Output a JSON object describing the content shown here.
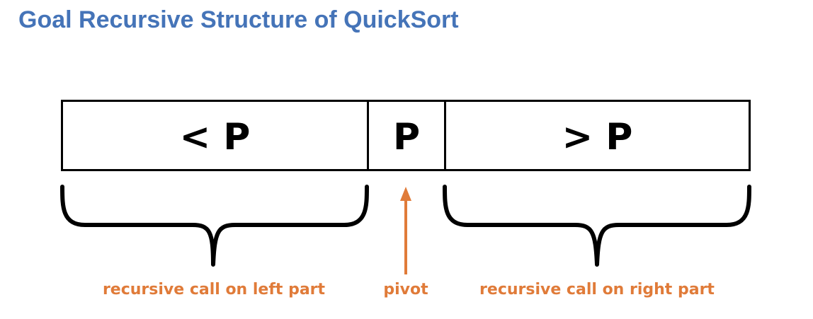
{
  "title": "Goal Recursive Structure of QuickSort",
  "array": {
    "left_label": "< P",
    "pivot_label": "P",
    "right_label": "> P"
  },
  "captions": {
    "left": "recursive call on left part",
    "pivot": "pivot",
    "right": "recursive call on right part"
  },
  "colors": {
    "title": "#4574b8",
    "caption": "#e07b39",
    "arrow": "#e07b39",
    "outline": "#000000"
  }
}
